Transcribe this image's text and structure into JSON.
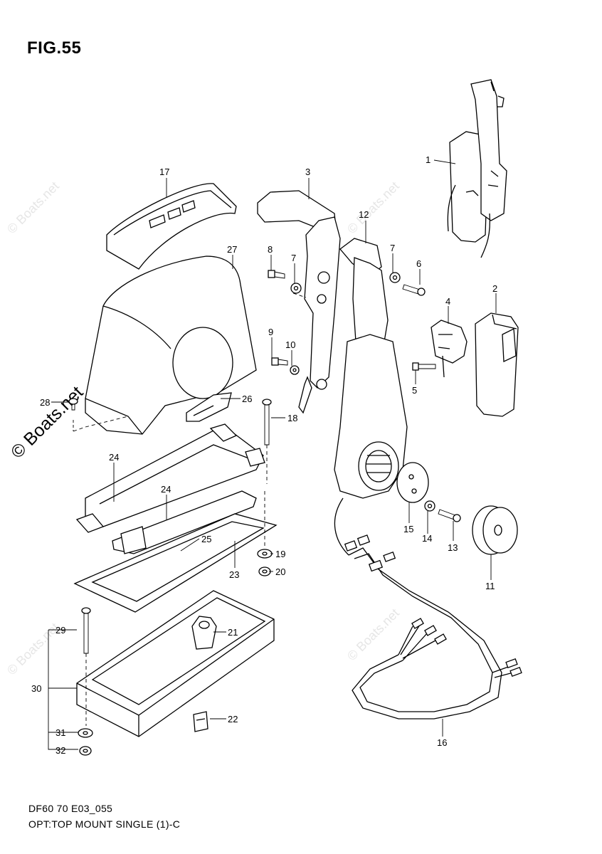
{
  "figure": {
    "title": "FIG.55",
    "code": "DF60 70 E03_055",
    "description": "OPT:TOP MOUNT SINGLE (1)-C"
  },
  "watermarks": {
    "faint": "© Boats.net",
    "dark": "© Boats.net"
  },
  "callouts": [
    {
      "id": "c1",
      "label": "1"
    },
    {
      "id": "c2",
      "label": "2"
    },
    {
      "id": "c3",
      "label": "3"
    },
    {
      "id": "c4",
      "label": "4"
    },
    {
      "id": "c5",
      "label": "5"
    },
    {
      "id": "c6",
      "label": "6"
    },
    {
      "id": "c7a",
      "label": "7"
    },
    {
      "id": "c7b",
      "label": "7"
    },
    {
      "id": "c8",
      "label": "8"
    },
    {
      "id": "c9",
      "label": "9"
    },
    {
      "id": "c10",
      "label": "10"
    },
    {
      "id": "c11",
      "label": "11"
    },
    {
      "id": "c12",
      "label": "12"
    },
    {
      "id": "c13",
      "label": "13"
    },
    {
      "id": "c14",
      "label": "14"
    },
    {
      "id": "c15",
      "label": "15"
    },
    {
      "id": "c16",
      "label": "16"
    },
    {
      "id": "c17",
      "label": "17"
    },
    {
      "id": "c18",
      "label": "18"
    },
    {
      "id": "c19",
      "label": "19"
    },
    {
      "id": "c20",
      "label": "20"
    },
    {
      "id": "c21",
      "label": "21"
    },
    {
      "id": "c22",
      "label": "22"
    },
    {
      "id": "c23",
      "label": "23"
    },
    {
      "id": "c24a",
      "label": "24"
    },
    {
      "id": "c24b",
      "label": "24"
    },
    {
      "id": "c25",
      "label": "25"
    },
    {
      "id": "c26",
      "label": "26"
    },
    {
      "id": "c27",
      "label": "27"
    },
    {
      "id": "c28",
      "label": "28"
    },
    {
      "id": "c29",
      "label": "29"
    },
    {
      "id": "c30",
      "label": "30"
    },
    {
      "id": "c31",
      "label": "31"
    },
    {
      "id": "c32",
      "label": "32"
    }
  ]
}
